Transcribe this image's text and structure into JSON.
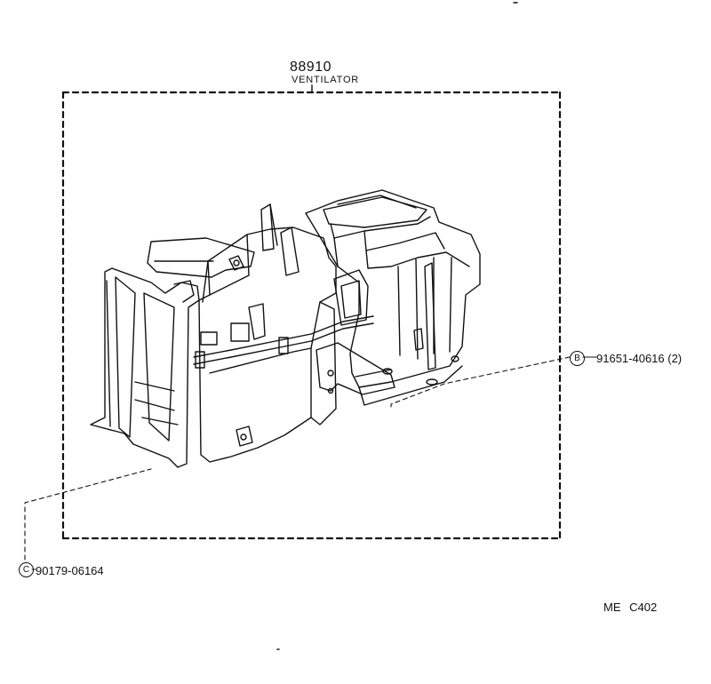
{
  "diagram": {
    "assembly_part_number": "88910",
    "assembly_name": "VENTILATOR",
    "callouts": [
      {
        "symbol": "B",
        "text": "91651-40616 (2)"
      },
      {
        "symbol": "C",
        "text": "90179-06164"
      }
    ],
    "figure_code": "ME  C402",
    "colors": {
      "ink": "#111111",
      "paper": "#ffffff"
    }
  }
}
